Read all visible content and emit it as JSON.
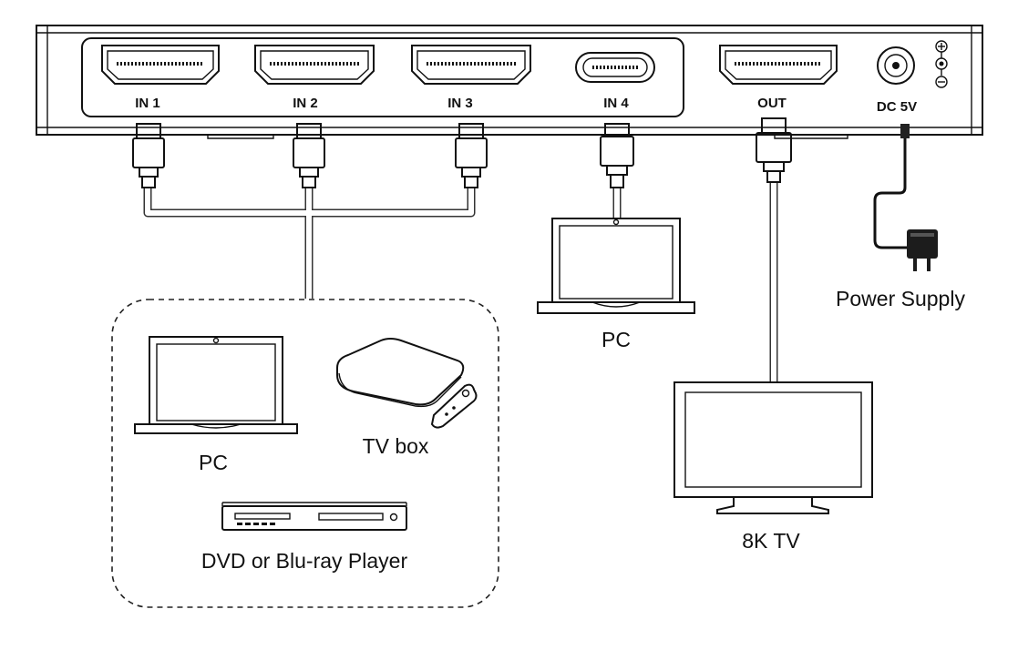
{
  "ports": {
    "in1": "IN 1",
    "in2": "IN 2",
    "in3": "IN 3",
    "in4": "IN 4",
    "out": "OUT",
    "dc": "DC 5V"
  },
  "devices": {
    "power_supply": "Power Supply",
    "pc_right": "PC",
    "tv": "8K TV",
    "pc_group": "PC",
    "tv_box": "TV box",
    "dvd": "DVD or Blu-ray Player"
  },
  "icons": {
    "polarity": "dc-polarity-icon",
    "hdmi": "hdmi-port-icon",
    "usb_c": "usb-c-port-icon",
    "adapter": "power-adapter-icon",
    "laptop": "laptop-icon",
    "tv": "tv-icon",
    "tv_box": "tv-box-icon",
    "remote": "remote-icon",
    "dvd": "dvd-player-icon"
  },
  "colors": {
    "line": "#111111",
    "cable": "#333333",
    "background": "#ffffff"
  }
}
